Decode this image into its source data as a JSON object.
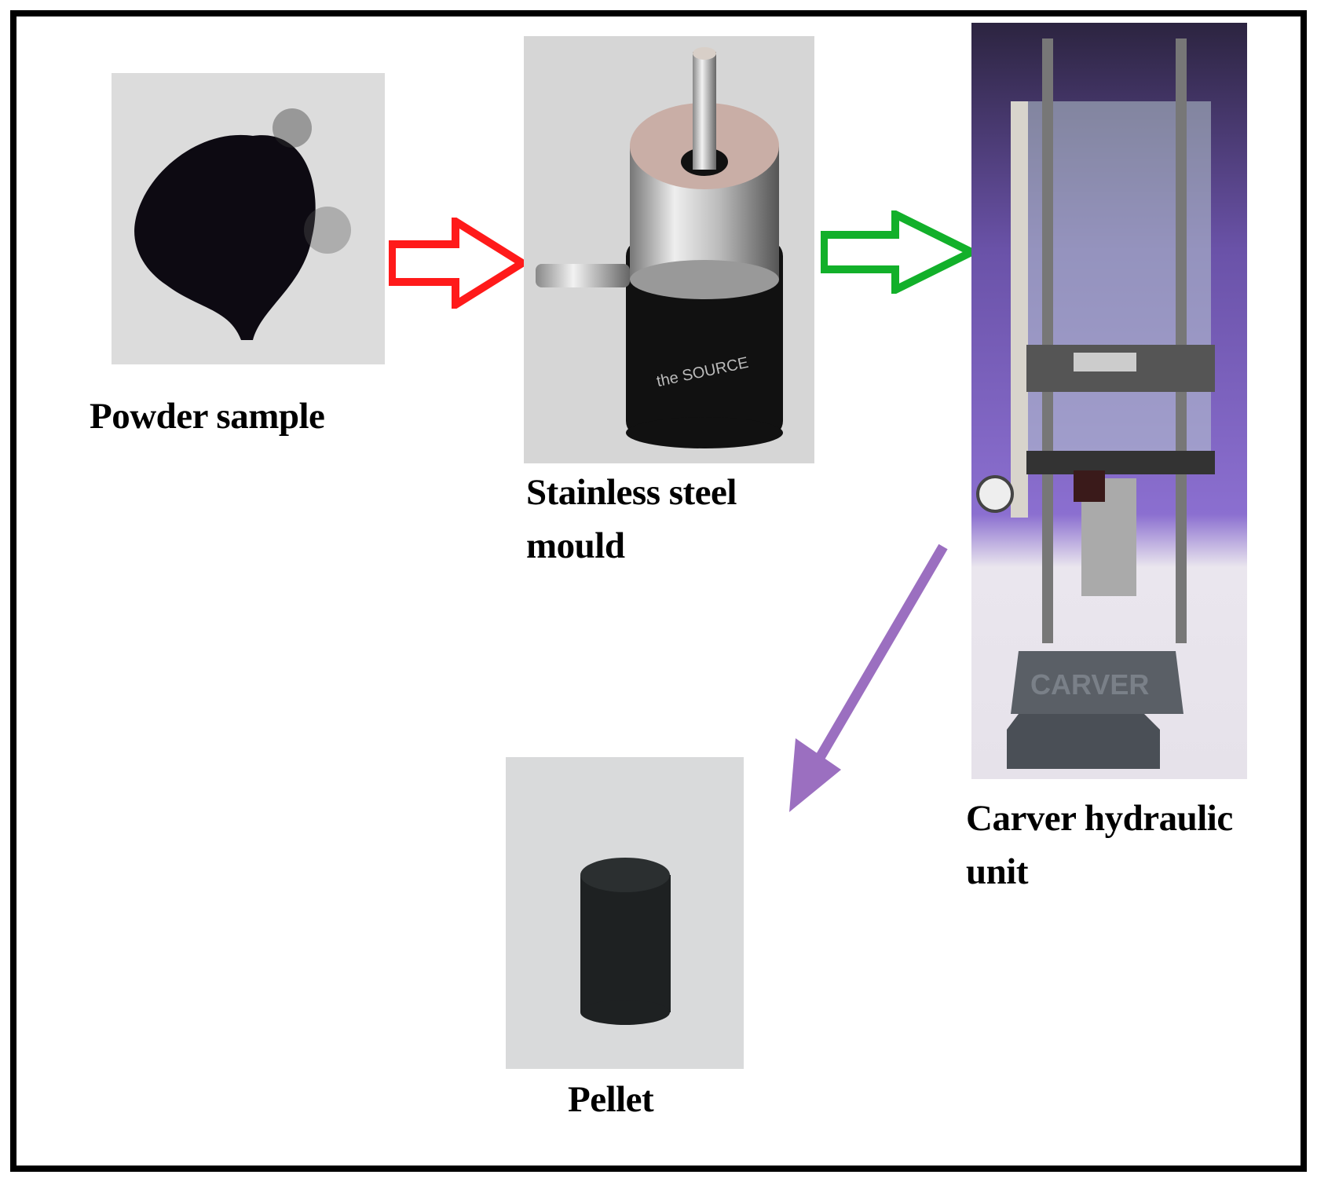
{
  "figure": {
    "steps": [
      {
        "label_lines": [
          "Powder sample"
        ]
      },
      {
        "label_lines": [
          "Stainless steel",
          "mould"
        ]
      },
      {
        "label_lines": [
          "Carver hydraulic",
          "unit"
        ]
      },
      {
        "label_lines": [
          "Pellet"
        ]
      }
    ],
    "photo_text": {
      "mould_brand": "the SOURCE",
      "press_brand": "CARVER"
    },
    "arrow_colors": {
      "powder_to_mould": "#ff1a1a",
      "mould_to_press": "#12b02a",
      "press_to_pellet": "#9b6fc0"
    }
  }
}
